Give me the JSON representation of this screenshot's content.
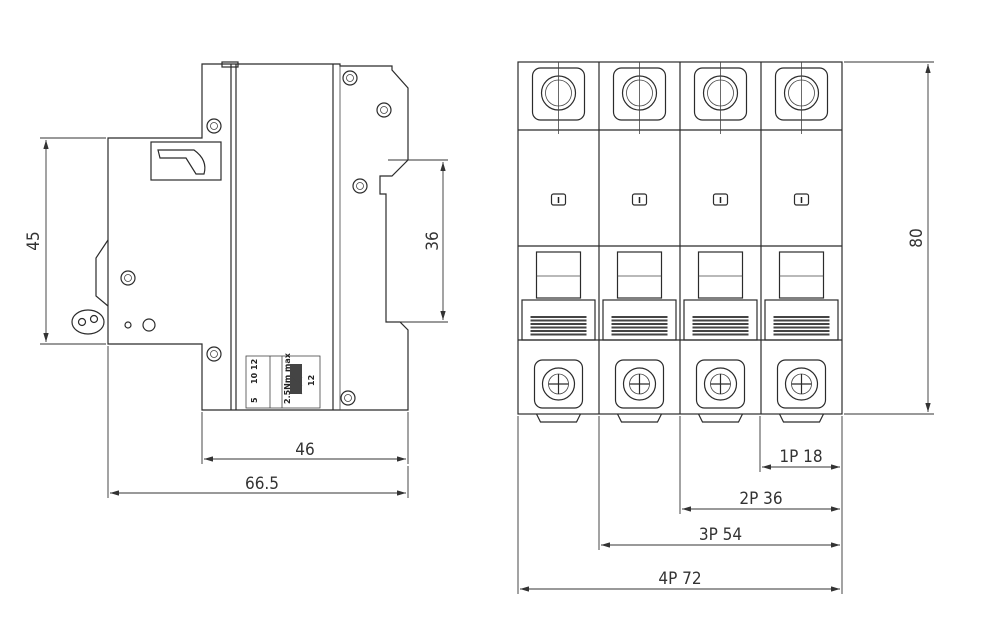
{
  "side_view": {
    "dim_45": "45",
    "dim_36": "36",
    "dim_46": "46",
    "dim_66_5": "66.5",
    "terminal_marks": [
      "5",
      "10",
      "12"
    ],
    "strip_length": "12",
    "torque_text": "2.5Nm max"
  },
  "front_view": {
    "dim_80": "80",
    "widths": [
      {
        "label": "1P",
        "value": "18"
      },
      {
        "label": "2P",
        "value": "36"
      },
      {
        "label": "3P",
        "value": "54"
      },
      {
        "label": "4P",
        "value": "72"
      }
    ],
    "pole_mark": "I"
  },
  "colors": {
    "line": "#2b2b2b",
    "background": "#ffffff"
  }
}
